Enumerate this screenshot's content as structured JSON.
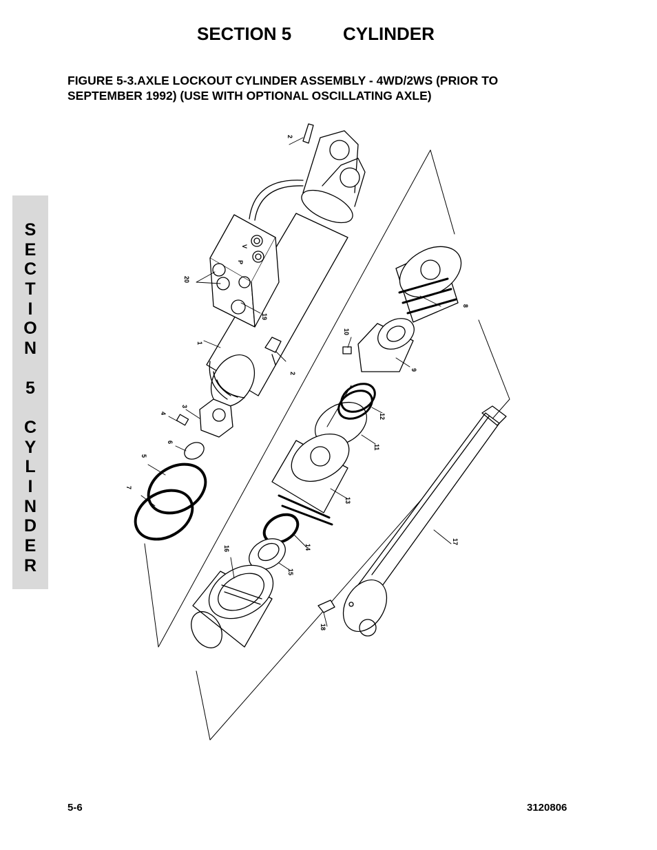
{
  "header": {
    "section_number": "SECTION 5",
    "section_title": "CYLINDER"
  },
  "figure": {
    "caption_line1": "FIGURE 5-3.AXLE LOCKOUT CYLINDER ASSEMBLY - 4WD/2WS (PRIOR TO",
    "caption_line2": "SEPTEMBER 1992) (USE WITH OPTIONAL OSCILLATING AXLE)",
    "callouts": [
      "1",
      "2",
      "2",
      "3",
      "4",
      "5",
      "6",
      "7",
      "8",
      "9",
      "10",
      "11",
      "12",
      "13",
      "14",
      "15",
      "16",
      "17",
      "18",
      "19",
      "20"
    ],
    "valve_port_labels": [
      "P",
      "V"
    ]
  },
  "side_tab": {
    "letters": [
      "S",
      "E",
      "C",
      "T",
      "I",
      "O",
      "N",
      "",
      "5",
      "",
      "C",
      "Y",
      "L",
      "I",
      "N",
      "D",
      "E",
      "R"
    ]
  },
  "footer": {
    "page_number": "5-6",
    "document_number": "3120806"
  }
}
